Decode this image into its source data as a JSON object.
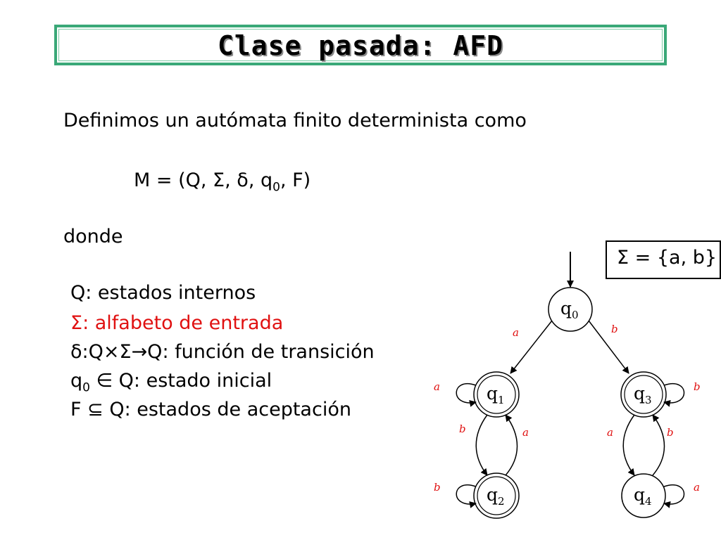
{
  "title": "Clase pasada: AFD",
  "intro": "Definimos un autómata finito determinista como",
  "tuple": {
    "prefix": "M = (Q, ",
    "sigma": "Σ",
    "mid1": ", ",
    "delta": "δ",
    "mid2": ", q",
    "q0_sub": "0",
    "suffix": ", F)"
  },
  "donde": "donde",
  "definitions": {
    "q": "Q: estados internos",
    "sigma_sym": "Σ",
    "sigma_text": ": alfabeto de entrada",
    "delta_sym": "δ",
    "delta_text": ":Q×Σ→Q: función de transición",
    "q0_prefix": "q",
    "q0_sub": "0",
    "q0_text": " ∈ Q: estado inicial",
    "f_text": "F ⊆ Q: estados de aceptación"
  },
  "alphabet_box": "Σ = {a, b}",
  "automaton": {
    "states": [
      {
        "name": "q",
        "sub": "0",
        "accepting": false
      },
      {
        "name": "q",
        "sub": "1",
        "accepting": true
      },
      {
        "name": "q",
        "sub": "3",
        "accepting": true
      },
      {
        "name": "q",
        "sub": "2",
        "accepting": true
      },
      {
        "name": "q",
        "sub": "4",
        "accepting": false
      }
    ],
    "labels": {
      "q0_q1": "a",
      "q0_q3": "b",
      "q1_loop": "a",
      "q1_q2": "b",
      "q2_q1": "a",
      "q3_loop": "b",
      "q3_q4": "a",
      "q4_q3": "b",
      "q2_loop": "b",
      "q4_loop": "a"
    }
  },
  "colors": {
    "accent_red": "#e01010",
    "title_border": "#3aa878"
  }
}
